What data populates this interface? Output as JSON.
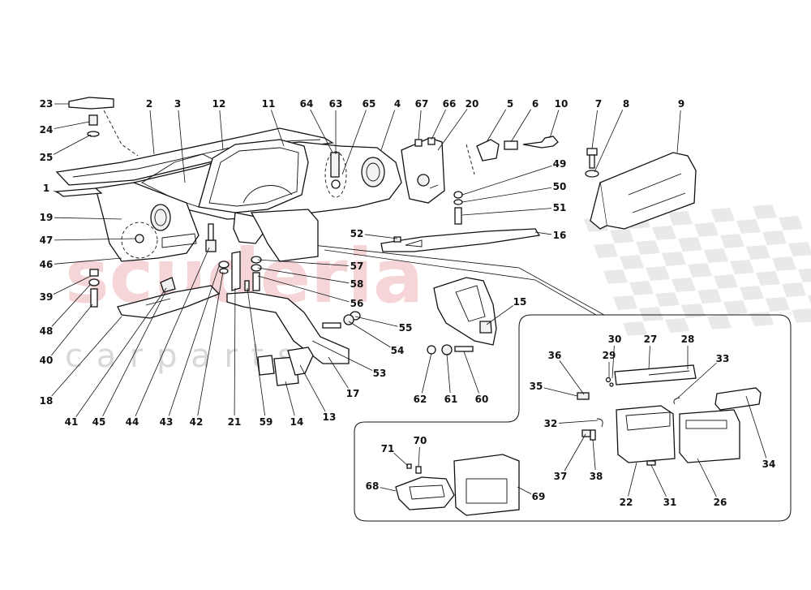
{
  "watermark": {
    "brand": "scuderia",
    "sub": "c a r  p a r t s",
    "flag_color": "#bfbfbf",
    "brand_color": "#e9a3a8"
  },
  "callouts": [
    {
      "n": "23"
    },
    {
      "n": "2"
    },
    {
      "n": "3"
    },
    {
      "n": "12"
    },
    {
      "n": "11"
    },
    {
      "n": "64"
    },
    {
      "n": "63"
    },
    {
      "n": "65"
    },
    {
      "n": "4"
    },
    {
      "n": "67"
    },
    {
      "n": "66"
    },
    {
      "n": "20"
    },
    {
      "n": "5"
    },
    {
      "n": "6"
    },
    {
      "n": "10"
    },
    {
      "n": "7"
    },
    {
      "n": "8"
    },
    {
      "n": "9"
    },
    {
      "n": "24"
    },
    {
      "n": "25"
    },
    {
      "n": "1"
    },
    {
      "n": "19"
    },
    {
      "n": "47"
    },
    {
      "n": "46"
    },
    {
      "n": "39"
    },
    {
      "n": "48"
    },
    {
      "n": "40"
    },
    {
      "n": "18"
    },
    {
      "n": "41"
    },
    {
      "n": "45"
    },
    {
      "n": "44"
    },
    {
      "n": "43"
    },
    {
      "n": "42"
    },
    {
      "n": "21"
    },
    {
      "n": "59"
    },
    {
      "n": "14"
    },
    {
      "n": "13"
    },
    {
      "n": "57"
    },
    {
      "n": "58"
    },
    {
      "n": "56"
    },
    {
      "n": "55"
    },
    {
      "n": "54"
    },
    {
      "n": "53"
    },
    {
      "n": "17"
    },
    {
      "n": "49"
    },
    {
      "n": "50"
    },
    {
      "n": "51"
    },
    {
      "n": "52"
    },
    {
      "n": "16"
    },
    {
      "n": "15"
    },
    {
      "n": "62"
    },
    {
      "n": "61"
    },
    {
      "n": "60"
    },
    {
      "n": "30"
    },
    {
      "n": "27"
    },
    {
      "n": "28"
    },
    {
      "n": "36"
    },
    {
      "n": "29"
    },
    {
      "n": "33"
    },
    {
      "n": "35"
    },
    {
      "n": "32"
    },
    {
      "n": "34"
    },
    {
      "n": "37"
    },
    {
      "n": "38"
    },
    {
      "n": "22"
    },
    {
      "n": "31"
    },
    {
      "n": "26"
    },
    {
      "n": "71"
    },
    {
      "n": "70"
    },
    {
      "n": "68"
    },
    {
      "n": "69"
    }
  ]
}
